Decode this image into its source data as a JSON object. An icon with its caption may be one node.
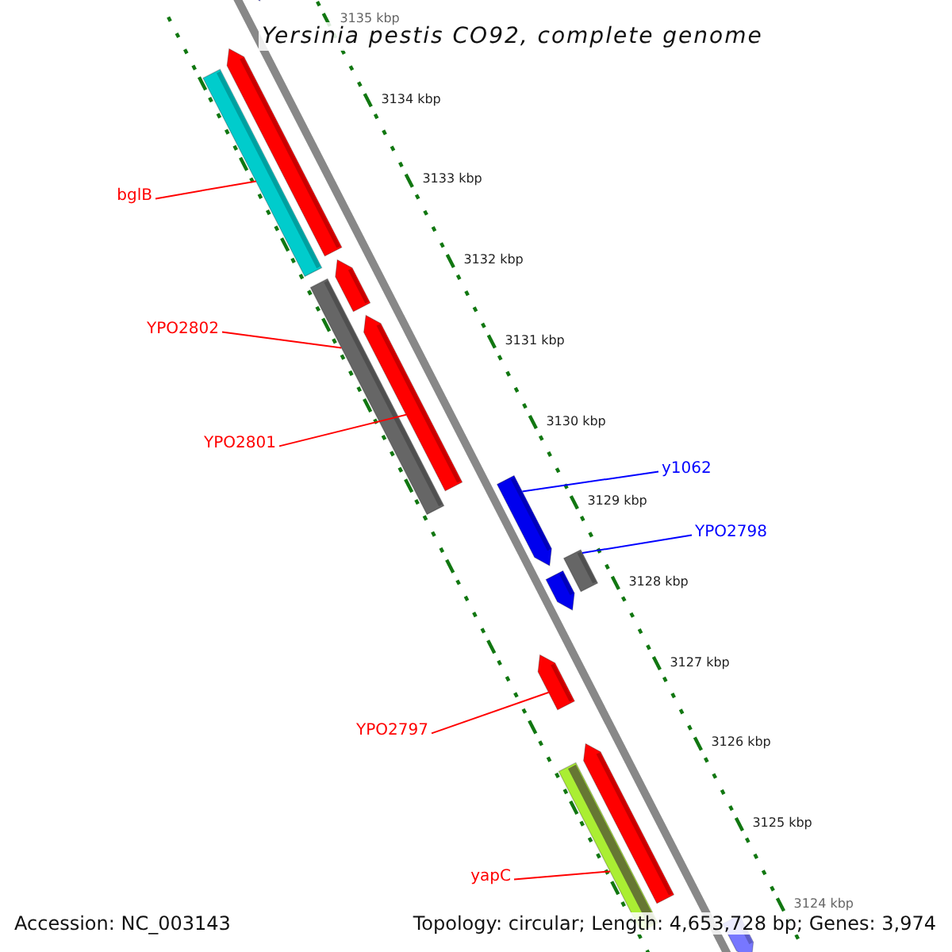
{
  "diagram": {
    "title": "Yersinia pestis CO92, complete genome",
    "nodes": [
      {
        "text": [],
        "shape": "pentagon"
      },
      {
        "text": [],
        "shape": "bar"
      },
      {
        "text": [],
        "shape": "pentagon"
      },
      {
        "text": [
          "bglB"
        ]
      },
      {
        "text": [],
        "shape": "bar"
      },
      {
        "text": [],
        "shape": "pentagon"
      },
      {
        "text": [],
        "shape": "pentagon"
      },
      {
        "text": [
          "YPO2802"
        ]
      },
      {
        "text": [
          "YPO2801"
        ]
      },
      {
        "text": [
          "y1062"
        ]
      },
      {
        "text": [],
        "shape": "pentagon"
      },
      {
        "text": [
          "YPO2798"
        ]
      },
      {
        "text": [],
        "shape": "bar"
      },
      {
        "text": [],
        "shape": "pentagon"
      },
      {
        "text": [],
        "shape": "pentagon"
      },
      {
        "text": [
          "YPO2797"
        ]
      },
      {
        "text": [],
        "shape": "bar"
      },
      {
        "text": [],
        "shape": "pentagon"
      },
      {
        "text": [
          "yapC"
        ]
      },
      {
        "text": [],
        "shape": "pentagon"
      }
    ],
    "edges": [
      {
        "from": 3,
        "to": 1,
        "arrow": "none"
      },
      {
        "from": 7,
        "to": 4,
        "arrow": "none"
      },
      {
        "from": 8,
        "to": 6,
        "arrow": "none"
      },
      {
        "from": 9,
        "to": 10,
        "arrow": "none",
        "color": "#0000ff"
      },
      {
        "from": 11,
        "to": 12,
        "arrow": "none",
        "color": "#0000ff"
      },
      {
        "from": 15,
        "to": 14,
        "arrow": "none"
      },
      {
        "from": 18,
        "to": 16,
        "arrow": "none"
      }
    ],
    "labels": [
      "3135 kbp",
      "3134 kbp",
      "3133 kbp",
      "3132 kbp",
      "3131 kbp",
      "3130 kbp",
      "3129 kbp",
      "3128 kbp",
      "3127 kbp",
      "3126 kbp",
      "3125 kbp",
      "3124 kbp",
      "Accession: NC_003143",
      "Topology: circular; Length: 4,653,728 bp; Genes: 3,974"
    ]
  }
}
